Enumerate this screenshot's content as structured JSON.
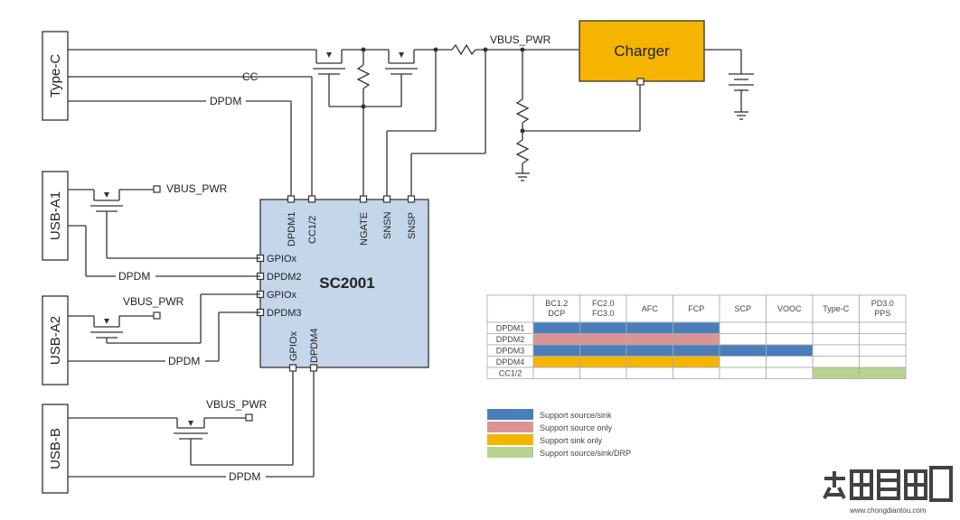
{
  "connectors": {
    "type_c": "Type-C",
    "usb_a1": "USB-A1",
    "usb_a2": "USB-A2",
    "usb_b": "USB-B"
  },
  "chip": {
    "name": "SC2001",
    "pins_top": [
      "DPDM1",
      "CC1/2",
      "NGATE",
      "SNSN",
      "SNSP"
    ],
    "pins_left": [
      "GPIOx",
      "DPDM2",
      "GPIOx",
      "DPDM3"
    ],
    "pins_bottom": [
      "GPIOx",
      "DPDM4"
    ]
  },
  "charger": {
    "label": "Charger"
  },
  "net_labels": {
    "vbus_pwr": "VBUS_PWR",
    "cc": "CC",
    "dpdm": "DPDM"
  },
  "table": {
    "headers": [
      "BC1.2\nDCP",
      "FC2.0\nFC3.0",
      "AFC",
      "FCP",
      "SCP",
      "VOOC",
      "Type-C",
      "PD3.0\nPPS"
    ],
    "rows": [
      {
        "label": "DPDM1",
        "cells": [
          "blue",
          "blue",
          "blue",
          "blue",
          "",
          "",
          "",
          ""
        ]
      },
      {
        "label": "DPDM2",
        "cells": [
          "pink",
          "pink",
          "pink",
          "pink",
          "",
          "",
          "",
          ""
        ]
      },
      {
        "label": "DPDM3",
        "cells": [
          "blue",
          "blue",
          "blue",
          "blue",
          "blue",
          "blue",
          "",
          ""
        ]
      },
      {
        "label": "DPDM4",
        "cells": [
          "orange",
          "orange",
          "orange",
          "orange",
          "",
          "",
          "",
          ""
        ]
      },
      {
        "label": "CC1/2",
        "cells": [
          "",
          "",
          "",
          "",
          "",
          "",
          "green",
          "green"
        ]
      }
    ]
  },
  "legend": [
    {
      "color": "blue",
      "text": "Support source/sink"
    },
    {
      "color": "pink",
      "text": "Support source only"
    },
    {
      "color": "orange",
      "text": "Support sink only"
    },
    {
      "color": "green",
      "text": "Support source/sink/DRP"
    }
  ],
  "colors": {
    "blue": "#4a7ebb",
    "pink": "#d99594",
    "orange": "#f5b400",
    "green": "#b7d48e",
    "chip_fill": "#c5d5ea",
    "charger_fill": "#f5b400"
  },
  "watermark": {
    "logo": "充电头",
    "url": "www.chongdiantou.com"
  }
}
